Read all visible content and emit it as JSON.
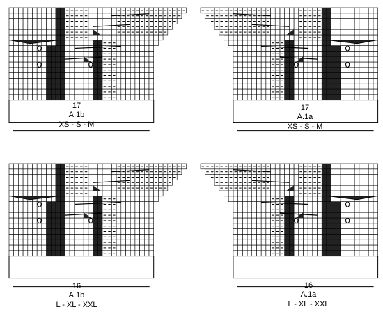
{
  "charts": [
    {
      "id": "top-left",
      "count": "17",
      "name": "A.1b",
      "sizes": "XS - S - M"
    },
    {
      "id": "top-right",
      "count": "17",
      "name": "A.1a",
      "sizes": "XS - S - M"
    },
    {
      "id": "bottom-left",
      "count": "16",
      "name": "A.1b",
      "sizes": "L - XL - XXL"
    },
    {
      "id": "bottom-right",
      "count": "16",
      "name": "A.1a",
      "sizes": "L - XL - XXL"
    }
  ],
  "symbols": [
    "knit-square",
    "purl-dash",
    "dark-square",
    "yarn-over-circle",
    "decrease-wedge"
  ],
  "colors": {
    "grid": "#000000",
    "fill": "#ffffff",
    "dark": "#222222"
  }
}
